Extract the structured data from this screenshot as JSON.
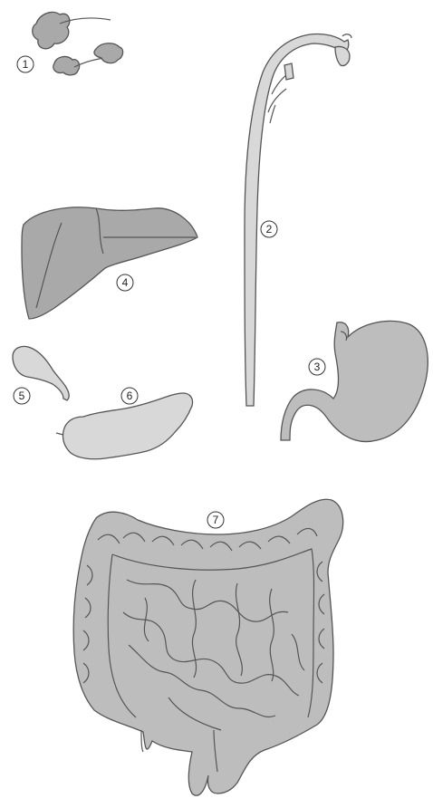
{
  "diagram": {
    "labels": [
      {
        "id": "salivary-glands",
        "number": "1"
      },
      {
        "id": "esophagus",
        "number": "2"
      },
      {
        "id": "stomach",
        "number": "3"
      },
      {
        "id": "liver",
        "number": "4"
      },
      {
        "id": "gallbladder",
        "number": "5"
      },
      {
        "id": "pancreas",
        "number": "6"
      },
      {
        "id": "intestines",
        "number": "7"
      }
    ],
    "colors": {
      "organ_fill": "#bdbdbd",
      "organ_dark": "#a9a9a9",
      "organ_light": "#d8d8d8",
      "outline": "#555555",
      "background": "#ffffff"
    }
  }
}
